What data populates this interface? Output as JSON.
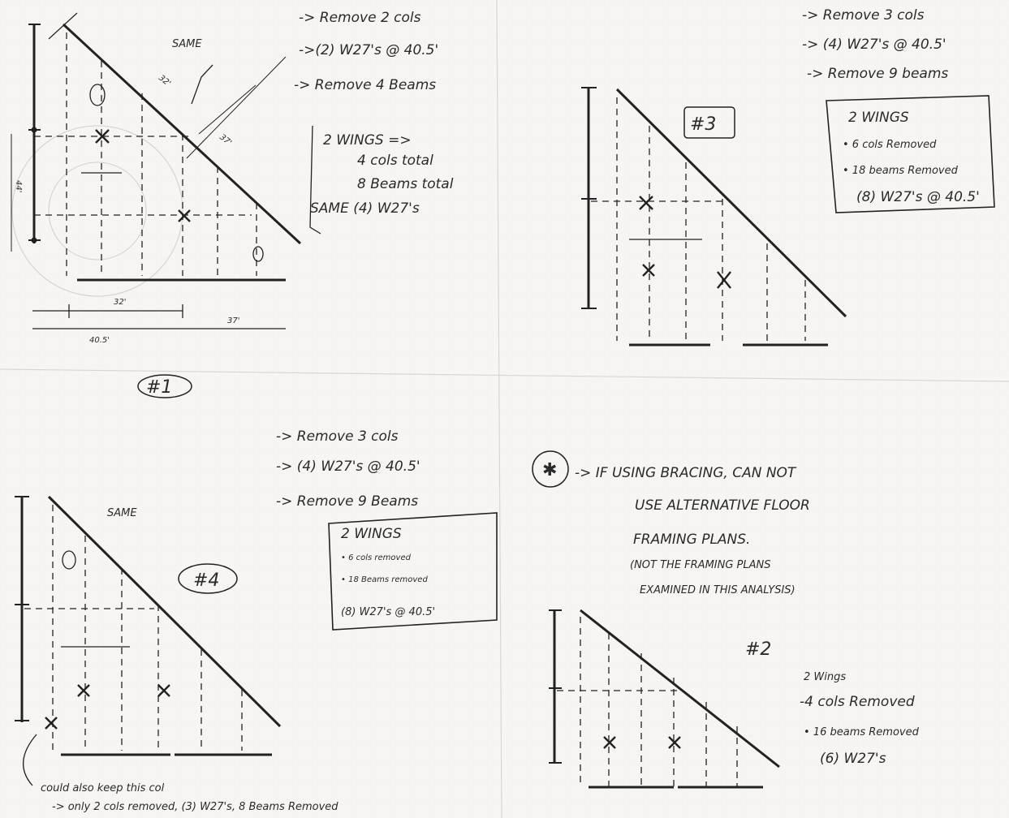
{
  "sheet": {
    "q1": {
      "label": "#1",
      "notes": [
        "-> Remove 2 cols",
        "->(2) W27's @ 40.5'",
        "-> Remove 4 Beams"
      ],
      "box": [
        "2 WINGS =>",
        "4 cols total",
        "8 Beams total",
        "SAME (4) W27's"
      ],
      "dims": {
        "d32_top": "32'",
        "d37_diag": "37'",
        "d44": "44'",
        "d32_bottom": "32'",
        "d37_bottom": "37'",
        "d405": "40.5'"
      },
      "same_label": "SAME"
    },
    "q2": {
      "label": "#3",
      "notes": [
        "-> Remove 3 cols",
        "-> (4) W27's @ 40.5'",
        "-> Remove 9 beams"
      ],
      "box": [
        "2 WINGS",
        "• 6 cols Removed",
        "• 18 beams Removed",
        "(8) W27's @ 40.5'"
      ]
    },
    "q3": {
      "label": "#4",
      "notes": [
        "-> Remove 3 cols",
        "-> (4) W27's @ 40.5'",
        "-> Remove 9 Beams"
      ],
      "box": [
        "2 WINGS",
        "• 6 cols removed",
        "• 18 Beams removed",
        "(8) W27's @ 40.5'"
      ],
      "same_label": "SAME",
      "footer": [
        "could also keep this col",
        "-> only 2 cols removed, (3) W27's, 8 Beams Removed"
      ]
    },
    "q4": {
      "star_note": [
        "-> IF USING BRACING, CAN NOT",
        "USE ALTERNATIVE FLOOR",
        "FRAMING PLANS.",
        "(NOT THE FRAMING PLANS",
        "EXAMINED IN THIS ANALYSIS)"
      ],
      "label": "#2",
      "wings": [
        "2 Wings",
        "-4 cols Removed",
        "• 16 beams Removed",
        "(6) W27's"
      ]
    }
  }
}
